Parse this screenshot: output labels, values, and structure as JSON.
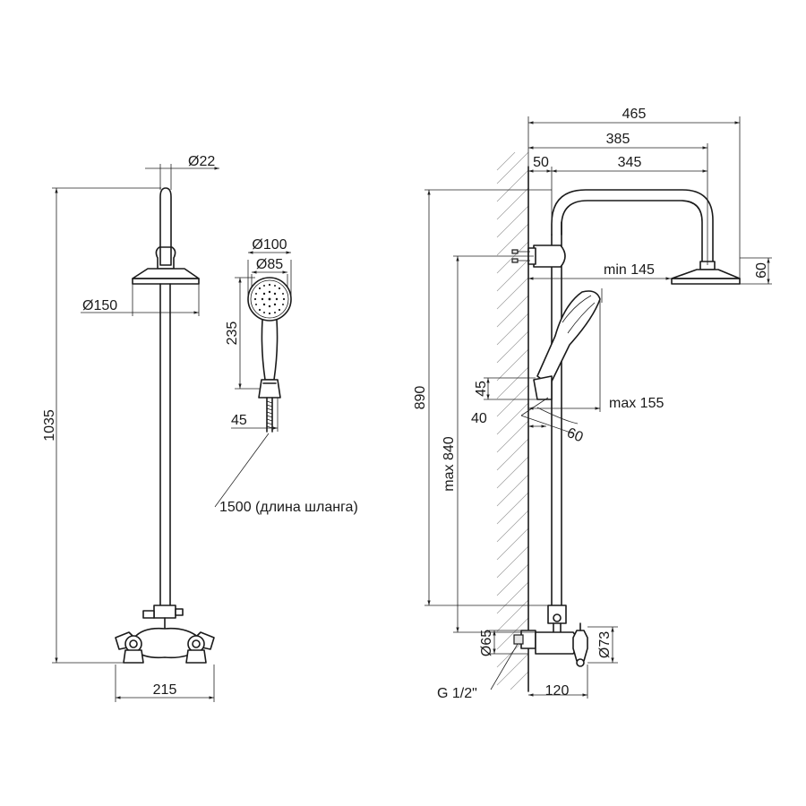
{
  "front": {
    "d22": "Ø22",
    "d150": "Ø150",
    "h1035": "1035",
    "w215": "215"
  },
  "handshower": {
    "d100": "Ø100",
    "d85": "Ø85",
    "h235": "235",
    "w45": "45",
    "hose": "1500 (длина шланга)"
  },
  "side": {
    "w465": "465",
    "w385": "385",
    "w50": "50",
    "w345": "345",
    "min145": "min 145",
    "h60": "60",
    "h890": "890",
    "max840": "max 840",
    "h45": "45",
    "max155": "max 155",
    "w40": "40",
    "ang60": "60",
    "d65": "Ø65",
    "d73": "Ø73",
    "g12": "G 1/2\"",
    "w120": "120"
  }
}
